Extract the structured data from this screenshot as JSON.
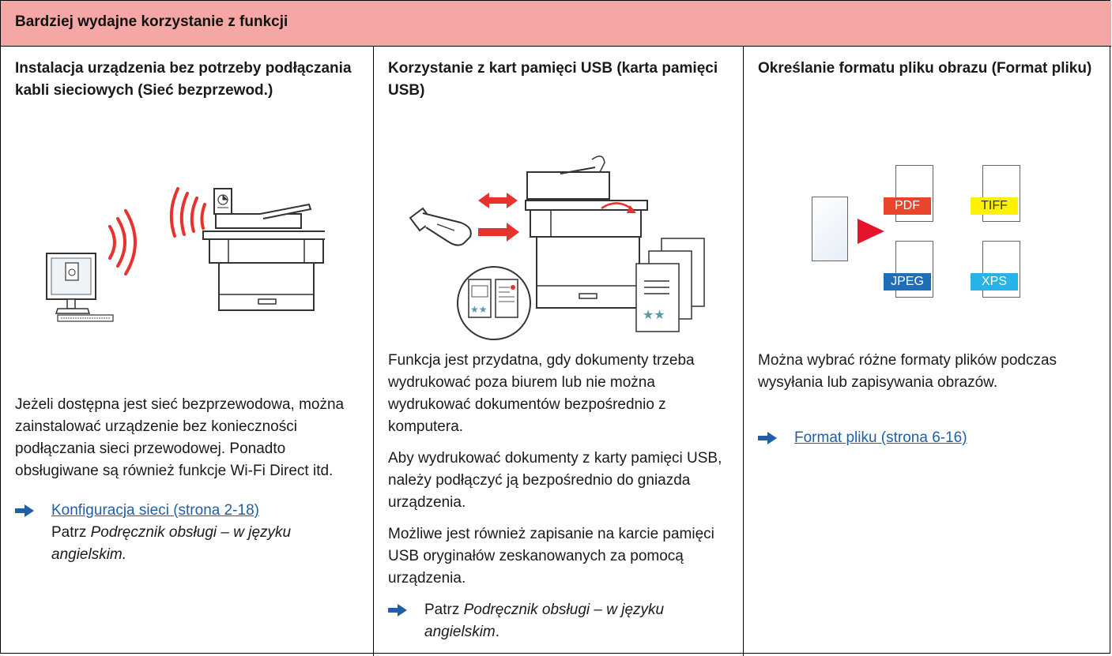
{
  "header": {
    "title": "Bardziej wydajne korzystanie z funkcji"
  },
  "columns": [
    {
      "title": "Instalacja urządzenia bez potrzeby podłączania kabli sieciowych (Sieć bezprzewod.)",
      "paragraphs": [
        "Jeżeli dostępna jest sieć bezprzewodowa, można zainstalować urządzenie bez konieczności podłączania sieci przewodowej. Ponadto obsługiwane są również funkcje Wi-Fi Direct itd."
      ],
      "references": [
        {
          "link": "Konfiguracja sieci (strona 2-18)",
          "prefix": "Patrz ",
          "italic": "Podręcznik obsługi – w języku angielskim."
        }
      ]
    },
    {
      "title": "Korzystanie z kart pamięci USB (karta pamięci USB)",
      "paragraphs": [
        "Funkcja jest przydatna, gdy dokumenty trzeba wydrukować poza biurem lub nie można wydrukować dokumentów bezpośrednio z komputera.",
        "Aby wydrukować dokumenty z karty pamięci USB, należy podłączyć ją bezpośrednio do gniazda urządzenia.",
        "Możliwe jest również zapisanie na karcie pamięci USB oryginałów zeskanowanych za pomocą urządzenia."
      ],
      "references": [
        {
          "prefix": "Patrz ",
          "italic": "Podręcznik obsługi – w języku angielskim",
          "suffix": "."
        }
      ]
    },
    {
      "title": "Określanie formatu pliku obrazu (Format pliku)",
      "paragraphs": [
        "Można wybrać różne formaty plików podczas wysyłania lub zapisywania obrazów."
      ],
      "references": [
        {
          "link": "Format pliku (strona 6-16)"
        }
      ],
      "formats": [
        {
          "label": "PDF",
          "color": "#e8452c",
          "text_color": "#ffffff"
        },
        {
          "label": "TIFF",
          "color": "#fff200",
          "text_color": "#333333"
        },
        {
          "label": "JPEG",
          "color": "#1f6fb8",
          "text_color": "#ffffff"
        },
        {
          "label": "XPS",
          "color": "#27b3e8",
          "text_color": "#ffffff"
        }
      ]
    }
  ],
  "colors": {
    "header_bg": "#f4a7a5",
    "link": "#1f5fa8",
    "arrow": "#1f5fa8",
    "wifi_red": "#e8322d"
  }
}
